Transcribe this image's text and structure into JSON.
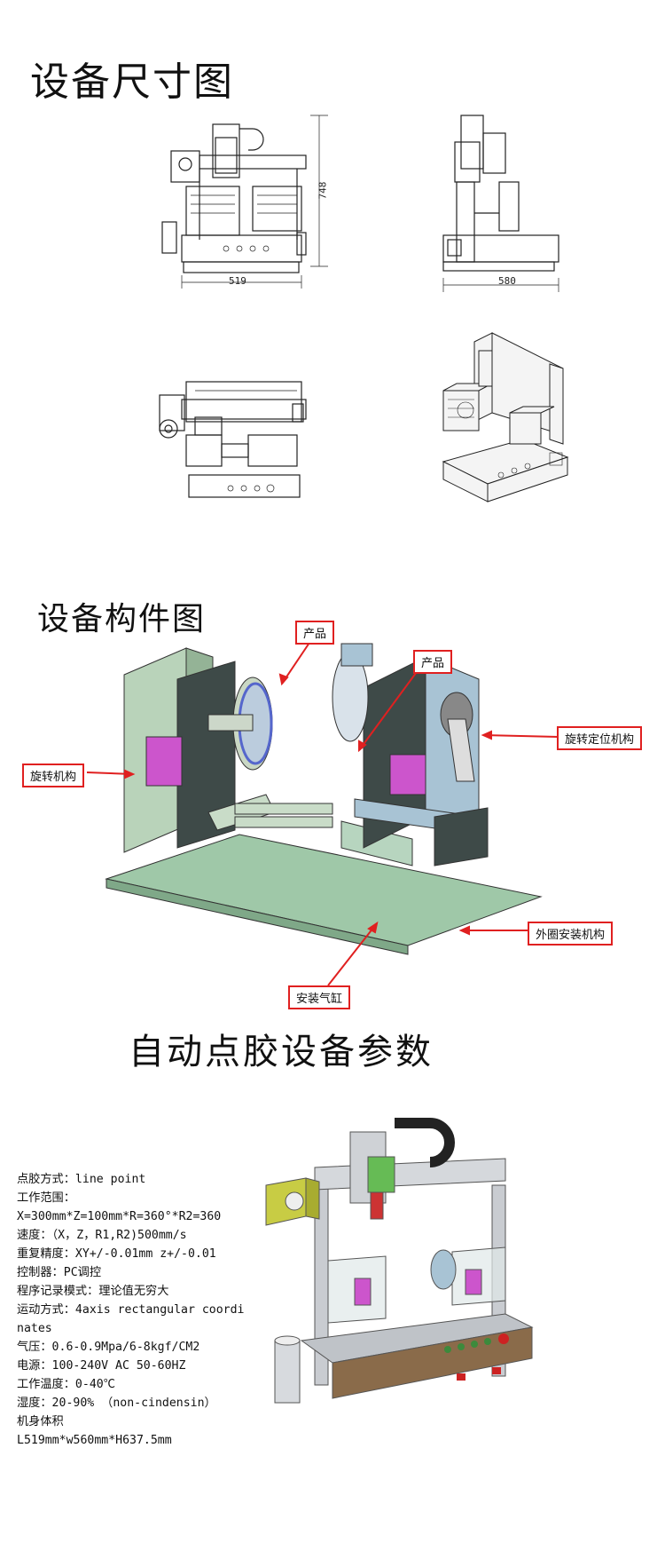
{
  "sections": {
    "dimensions_title": "设备尺寸图",
    "components_title": "设备构件图",
    "params_title": "自动点胶设备参数"
  },
  "dimensions": {
    "height": "748",
    "width_front": "519",
    "width_side": "580"
  },
  "callouts": {
    "product_1": "产品",
    "product_2": "产品",
    "rotation_positioning": "旋转定位机构",
    "rotation": "旋转机构",
    "outer_ring_mount": "外圈安装机构",
    "mount_cylinder": "安装气缸"
  },
  "specs": [
    "点胶方式：line point",
    "工作范围：",
    "X=300mm*Z=100mm*R=360°*R2=360",
    "速度：（X，Z，R1,R2)500mm/s",
    "重复精度：XY+/-0.01mm z+/-0.01",
    "控制器：PC调控",
    "程序记录模式：理论值无穷大",
    "运动方式：4axis rectangular coordinates",
    "气压：0.6-0.9Mpa/6-8kgf/CM2",
    "电源：100-240V AC 50-60HZ",
    "工作温度：0-40℃",
    "湿度：20-90% （non-cindensin）",
    "机身体积",
    "L519mm*w560mm*H637.5mm"
  ]
}
